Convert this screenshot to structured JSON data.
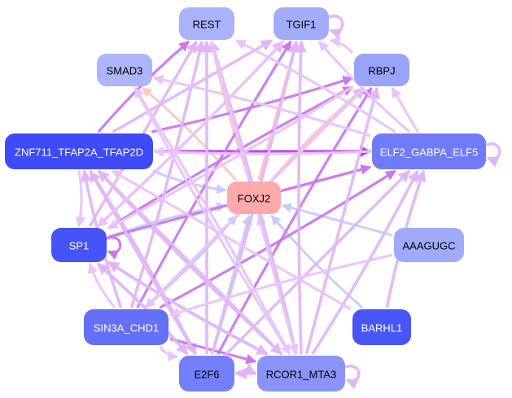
{
  "graph": {
    "title": "Regulatory network",
    "edge_colors": {
      "strong": "#cc77ee",
      "medium": "#e2b6f6",
      "light": "#e8c4fa",
      "from_foxj2": "#ffc4c4",
      "to_foxj2": "#c4ccfa",
      "strong_dark": "#bb44ee"
    },
    "nodes": [
      {
        "id": "REST",
        "label": "REST",
        "fill": "#a9b3fb",
        "text_color": "#000000"
      },
      {
        "id": "TGIF1",
        "label": "TGIF1",
        "fill": "#a1acfa",
        "text_color": "#000000"
      },
      {
        "id": "SMAD3",
        "label": "SMAD3",
        "fill": "#adb6fb",
        "text_color": "#000000"
      },
      {
        "id": "RBPJ",
        "label": "RBPJ",
        "fill": "#98a3fa",
        "text_color": "#000000"
      },
      {
        "id": "ZNF711",
        "label": "ZNF711_TFAP2A_TFAP2D",
        "fill": "#3e4bf7",
        "text_color": "#ffffff"
      },
      {
        "id": "ELF2",
        "label": "ELF2_GABPA_ELF5",
        "fill": "#6f7bf8",
        "text_color": "#ffffff"
      },
      {
        "id": "FOXJ2",
        "label": "FOXJ2",
        "fill": "#ffaaaa",
        "text_color": "#000000"
      },
      {
        "id": "SP1",
        "label": "SP1",
        "fill": "#4553f7",
        "text_color": "#ffffff"
      },
      {
        "id": "AAAGUGC",
        "label": "AAAGUGC",
        "fill": "#a0aafa",
        "text_color": "#000000"
      },
      {
        "id": "SIN3A",
        "label": "SIN3A_CHD1",
        "fill": "#6470f8",
        "text_color": "#ffffff"
      },
      {
        "id": "BARHL1",
        "label": "BARHL1",
        "fill": "#4856f7",
        "text_color": "#ffffff"
      },
      {
        "id": "E2F6",
        "label": "E2F6",
        "fill": "#7380f9",
        "text_color": "#000000"
      },
      {
        "id": "RCOR1",
        "label": "RCOR1_MTA3",
        "fill": "#8993f9",
        "text_color": "#000000"
      }
    ],
    "edges": [
      {
        "from": "FOXJ2",
        "to": "REST",
        "kind": "from_foxj2"
      },
      {
        "from": "FOXJ2",
        "to": "TGIF1",
        "kind": "from_foxj2"
      },
      {
        "from": "FOXJ2",
        "to": "SMAD3",
        "kind": "from_foxj2"
      },
      {
        "from": "FOXJ2",
        "to": "RBPJ",
        "kind": "from_foxj2"
      },
      {
        "from": "FOXJ2",
        "to": "ELF2",
        "kind": "from_foxj2"
      },
      {
        "from": "ZNF711",
        "to": "FOXJ2",
        "kind": "to_foxj2"
      },
      {
        "from": "SP1",
        "to": "FOXJ2",
        "kind": "to_foxj2"
      },
      {
        "from": "AAAGUGC",
        "to": "FOXJ2",
        "kind": "to_foxj2"
      },
      {
        "from": "SIN3A",
        "to": "FOXJ2",
        "kind": "to_foxj2"
      },
      {
        "from": "BARHL1",
        "to": "FOXJ2",
        "kind": "to_foxj2"
      },
      {
        "from": "E2F6",
        "to": "FOXJ2",
        "kind": "to_foxj2"
      },
      {
        "from": "RCOR1",
        "to": "FOXJ2",
        "kind": "to_foxj2"
      },
      {
        "from": "ZNF711",
        "to": "REST",
        "kind": "strong"
      },
      {
        "from": "ZNF711",
        "to": "ELF2",
        "kind": "strong_dark"
      },
      {
        "from": "ZNF711",
        "to": "RBPJ",
        "kind": "strong"
      },
      {
        "from": "ZNF711",
        "to": "SP1",
        "kind": "light"
      },
      {
        "from": "ZNF711",
        "to": "TGIF1",
        "kind": "medium"
      },
      {
        "from": "ZNF711",
        "to": "RCOR1",
        "kind": "medium"
      },
      {
        "from": "ZNF711",
        "to": "E2F6",
        "kind": "medium"
      },
      {
        "from": "SP1",
        "to": "REST",
        "kind": "medium"
      },
      {
        "from": "SP1",
        "to": "TGIF1",
        "kind": "medium"
      },
      {
        "from": "SP1",
        "to": "RBPJ",
        "kind": "strong"
      },
      {
        "from": "SP1",
        "to": "ELF2",
        "kind": "strong"
      },
      {
        "from": "SP1",
        "to": "RCOR1",
        "kind": "medium"
      },
      {
        "from": "SP1",
        "to": "E2F6",
        "kind": "medium"
      },
      {
        "from": "SP1",
        "to": "SP1",
        "kind": "strong"
      },
      {
        "from": "SIN3A",
        "to": "REST",
        "kind": "medium"
      },
      {
        "from": "SIN3A",
        "to": "TGIF1",
        "kind": "strong"
      },
      {
        "from": "SIN3A",
        "to": "RBPJ",
        "kind": "medium"
      },
      {
        "from": "SIN3A",
        "to": "ELF2",
        "kind": "strong"
      },
      {
        "from": "SIN3A",
        "to": "SP1",
        "kind": "light"
      },
      {
        "from": "SIN3A",
        "to": "RCOR1",
        "kind": "strong"
      },
      {
        "from": "SIN3A",
        "to": "E2F6",
        "kind": "light"
      },
      {
        "from": "SIN3A",
        "to": "ZNF711",
        "kind": "medium"
      },
      {
        "from": "E2F6",
        "to": "REST",
        "kind": "medium"
      },
      {
        "from": "E2F6",
        "to": "TGIF1",
        "kind": "medium"
      },
      {
        "from": "E2F6",
        "to": "RBPJ",
        "kind": "strong"
      },
      {
        "from": "E2F6",
        "to": "ELF2",
        "kind": "medium"
      },
      {
        "from": "E2F6",
        "to": "SP1",
        "kind": "medium"
      },
      {
        "from": "E2F6",
        "to": "RCOR1",
        "kind": "medium"
      },
      {
        "from": "E2F6",
        "to": "ZNF711",
        "kind": "medium"
      },
      {
        "from": "RCOR1",
        "to": "REST",
        "kind": "medium"
      },
      {
        "from": "RCOR1",
        "to": "TGIF1",
        "kind": "medium"
      },
      {
        "from": "RCOR1",
        "to": "RBPJ",
        "kind": "medium"
      },
      {
        "from": "RCOR1",
        "to": "ELF2",
        "kind": "medium"
      },
      {
        "from": "RCOR1",
        "to": "SP1",
        "kind": "medium"
      },
      {
        "from": "RCOR1",
        "to": "E2F6",
        "kind": "medium"
      },
      {
        "from": "RCOR1",
        "to": "SMAD3",
        "kind": "light"
      },
      {
        "from": "RCOR1",
        "to": "RCOR1",
        "kind": "medium"
      },
      {
        "from": "RCOR1",
        "to": "ZNF711",
        "kind": "medium"
      },
      {
        "from": "ELF2",
        "to": "REST",
        "kind": "light"
      },
      {
        "from": "ELF2",
        "to": "TGIF1",
        "kind": "light"
      },
      {
        "from": "ELF2",
        "to": "RBPJ",
        "kind": "light"
      },
      {
        "from": "ELF2",
        "to": "SMAD3",
        "kind": "light"
      },
      {
        "from": "ELF2",
        "to": "ZNF711",
        "kind": "light"
      },
      {
        "from": "ELF2",
        "to": "ELF2",
        "kind": "medium"
      },
      {
        "from": "RBPJ",
        "to": "TGIF1",
        "kind": "light"
      },
      {
        "from": "RBPJ",
        "to": "SP1",
        "kind": "light"
      },
      {
        "from": "RBPJ",
        "to": "SIN3A",
        "kind": "light"
      },
      {
        "from": "TGIF1",
        "to": "TGIF1",
        "kind": "medium"
      },
      {
        "from": "TGIF1",
        "to": "SP1",
        "kind": "light"
      },
      {
        "from": "REST",
        "to": "RCOR1",
        "kind": "light"
      },
      {
        "from": "SMAD3",
        "to": "RCOR1",
        "kind": "light"
      },
      {
        "from": "BARHL1",
        "to": "ELF2",
        "kind": "medium"
      },
      {
        "from": "BARHL1",
        "to": "ZNF711",
        "kind": "light"
      },
      {
        "from": "AAAGUGC",
        "to": "SIN3A",
        "kind": "light"
      }
    ]
  }
}
